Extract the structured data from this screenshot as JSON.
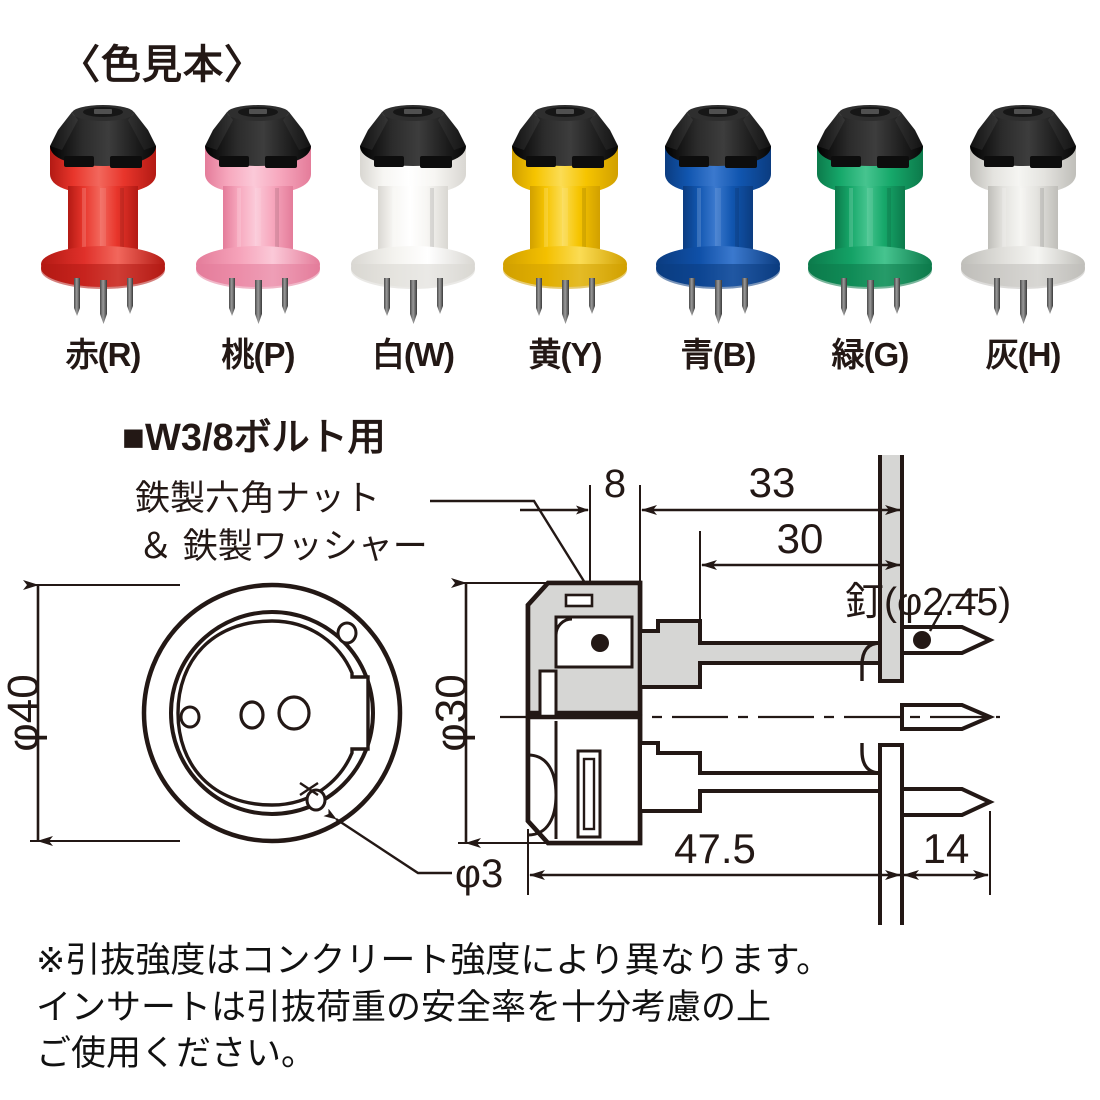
{
  "headings": {
    "color_samples": "〈色見本〉",
    "bolt_type": "■W3/8ボルト用"
  },
  "color_samples": [
    {
      "label": "赤(R)",
      "name": "red",
      "body": "#E8352B",
      "body_dark": "#B31A14",
      "body_light": "#F2675C",
      "flange": "#E0302A",
      "nail": "#6E6E6E"
    },
    {
      "label": "桃(P)",
      "name": "pink",
      "body": "#F7A8BE",
      "body_dark": "#E47C9A",
      "body_light": "#FBC9D8",
      "flange": "#F6A3BA",
      "nail": "#6E6E6E"
    },
    {
      "label": "白(W)",
      "name": "white",
      "body": "#F7F6F3",
      "body_dark": "#D9D7D2",
      "body_light": "#FFFFFF",
      "flange": "#F4F3EF",
      "nail": "#6E6E6E"
    },
    {
      "label": "黄(Y)",
      "name": "yellow",
      "body": "#F6C400",
      "body_dark": "#D1A000",
      "body_light": "#FBDC54",
      "flange": "#F4C000",
      "nail": "#6E6E6E"
    },
    {
      "label": "青(B)",
      "name": "blue",
      "body": "#1156B0",
      "body_dark": "#0B3C80",
      "body_light": "#3B79CE",
      "flange": "#0F50A8",
      "nail": "#6E6E6E"
    },
    {
      "label": "緑(G)",
      "name": "green",
      "body": "#16A86A",
      "body_dark": "#0C7A4B",
      "body_light": "#46C48F",
      "flange": "#14A266",
      "nail": "#6E6E6E"
    },
    {
      "label": "灰(H)",
      "name": "gray",
      "body": "#E4E3DF",
      "body_dark": "#BFBEB9",
      "body_light": "#F5F5F2",
      "flange": "#E1E0DC",
      "nail": "#6E6E6E"
    }
  ],
  "cap_color": "#1A1A1A",
  "drawing": {
    "annotations": {
      "nut_washer_line1": "鉄製六角ナット",
      "nut_washer_line2": "＆ 鉄製ワッシャー",
      "nail": "釘(φ2.45)"
    },
    "dimensions": {
      "plan_outer_dia": "φ40",
      "plan_hole_dia": "φ3",
      "section_dia": "φ30",
      "cap_thickness": "8",
      "body_len_33": "33",
      "body_len_30": "30",
      "total_47_5": "47.5",
      "nail_len_14": "14"
    }
  },
  "footnote": {
    "line1": "※引抜強度はコンクリート強度により異なります。",
    "line2": "インサートは引抜荷重の安全率を十分考慮の上",
    "line3": "ご使用ください。"
  },
  "colors": {
    "ink": "#231815",
    "line": "#231815",
    "hatch_fill": "#D6D6D4",
    "background": "#FFFFFF"
  }
}
